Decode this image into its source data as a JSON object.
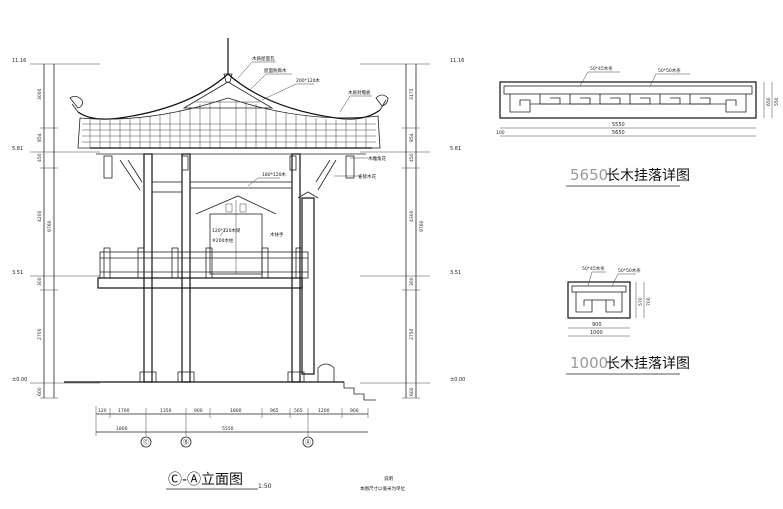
{
  "elevation": {
    "title": "Ⓒ-Ⓐ立面图",
    "scale": "1:50",
    "left_levels": [
      "11.16",
      "5.81",
      "3.51",
      "±0.00"
    ],
    "right_levels": [
      "11.16",
      "5.81",
      "3.51",
      "±0.00"
    ],
    "left_dims": [
      "3000",
      "854",
      "450",
      "4200",
      "9760",
      "300",
      "2700",
      "600"
    ],
    "right_dims": [
      "3175",
      "854",
      "450",
      "4300",
      "9760",
      "300",
      "2750",
      "600"
    ],
    "bottom_dims": [
      "120",
      "1700",
      "1350",
      "900",
      "1800",
      "965",
      "565",
      "1200",
      "900"
    ],
    "overall_dims": [
      "1800",
      "5550"
    ],
    "axes": [
      "Ⓒ",
      "Ⓑ",
      "Ⓐ"
    ],
    "annotations": [
      "木质屋面瓦",
      "屋面防腐木",
      "200*120木",
      "木质封檐板",
      "木雕角花",
      "雀替木花",
      "180*120木",
      "120*120木梁",
      "#200木柱",
      "木扶手"
    ],
    "note_line1": "说明",
    "note_line2": "本图尺寸以毫米为单位"
  },
  "detail_long": {
    "title_num": "5650",
    "title_text": "长木挂落详图",
    "note1": "50*45木条",
    "note2": "50*50木条",
    "dims": [
      "5550",
      "5650",
      "100",
      "650",
      "550"
    ]
  },
  "detail_short": {
    "title_num": "1000",
    "title_text": "长木挂落详图",
    "note1": "50*45木条",
    "note2": "50*50木条",
    "dims": [
      "900",
      "1000",
      "570",
      "700"
    ]
  }
}
